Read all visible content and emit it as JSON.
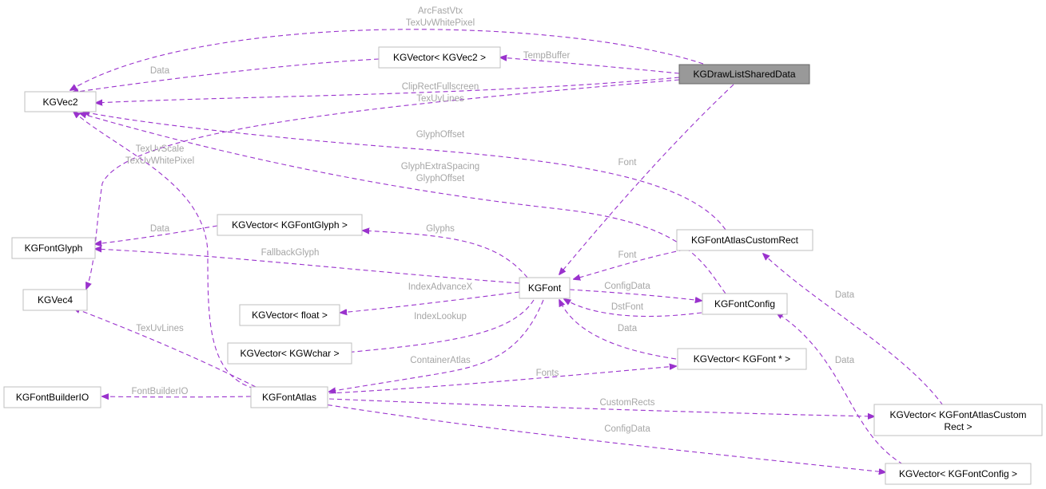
{
  "nodes": {
    "drawlist": "KGDrawListSharedData",
    "vector_vec2": "KGVector< KGVec2 >",
    "vec2": "KGVec2",
    "font_glyph": "KGFontGlyph",
    "vector_fontglyph": "KGVector< KGFontGlyph >",
    "font_atlas_custom_rect": "KGFontAtlasCustomRect",
    "vec4": "KGVec4",
    "font": "KGFont",
    "font_config": "KGFontConfig",
    "vector_float": "KGVector< float >",
    "vector_wchar": "KGVector< KGWchar >",
    "vector_fontptr": "KGVector< KGFont * >",
    "font_builder_io": "KGFontBuilderIO",
    "font_atlas": "KGFontAtlas",
    "vector_customrect_line1": "KGVector< KGFontAtlasCustom",
    "vector_customrect_line2": "Rect >",
    "vector_fontconfig": "KGVector< KGFontConfig >"
  },
  "edge_labels": {
    "arcfastvtx": "ArcFastVtx",
    "texuvwhitepixel_top": "TexUvWhitePixel",
    "tempbuffer": "TempBuffer",
    "data_vec2": "Data",
    "cliprectfullscreen": "ClipRectFullscreen",
    "texuvlines_top": "TexUvLines",
    "glyphoffset_top": "GlyphOffset",
    "font_top": "Font",
    "texuvscale": "TexUvScale",
    "texuvwhitepixel_mid": "TexUvWhitePixel",
    "glyphextraspacing": "GlyphExtraSpacing",
    "glyphoffset_mid": "GlyphOffset",
    "glyphs": "Glyphs",
    "data_fontglyph": "Data",
    "fallbackglyph": "FallbackGlyph",
    "font_customrect": "Font",
    "data_customrect": "Data",
    "configdata_font": "ConfigData",
    "indexadvancex": "IndexAdvanceX",
    "dstfont": "DstFont",
    "indexlookup": "IndexLookup",
    "data_fontptr": "Data",
    "texuvlines_mid": "TexUvLines",
    "data_fontconfig": "Data",
    "containeratlas": "ContainerAtlas",
    "fonts": "Fonts",
    "fontbuilderio": "FontBuilderIO",
    "customrects": "CustomRects",
    "configdata_atlas": "ConfigData"
  },
  "colors": {
    "edge": "#9a32cd",
    "edge_label": "#a6a6a6",
    "node_border": "#bfbfbf",
    "root_fill": "#999999"
  }
}
